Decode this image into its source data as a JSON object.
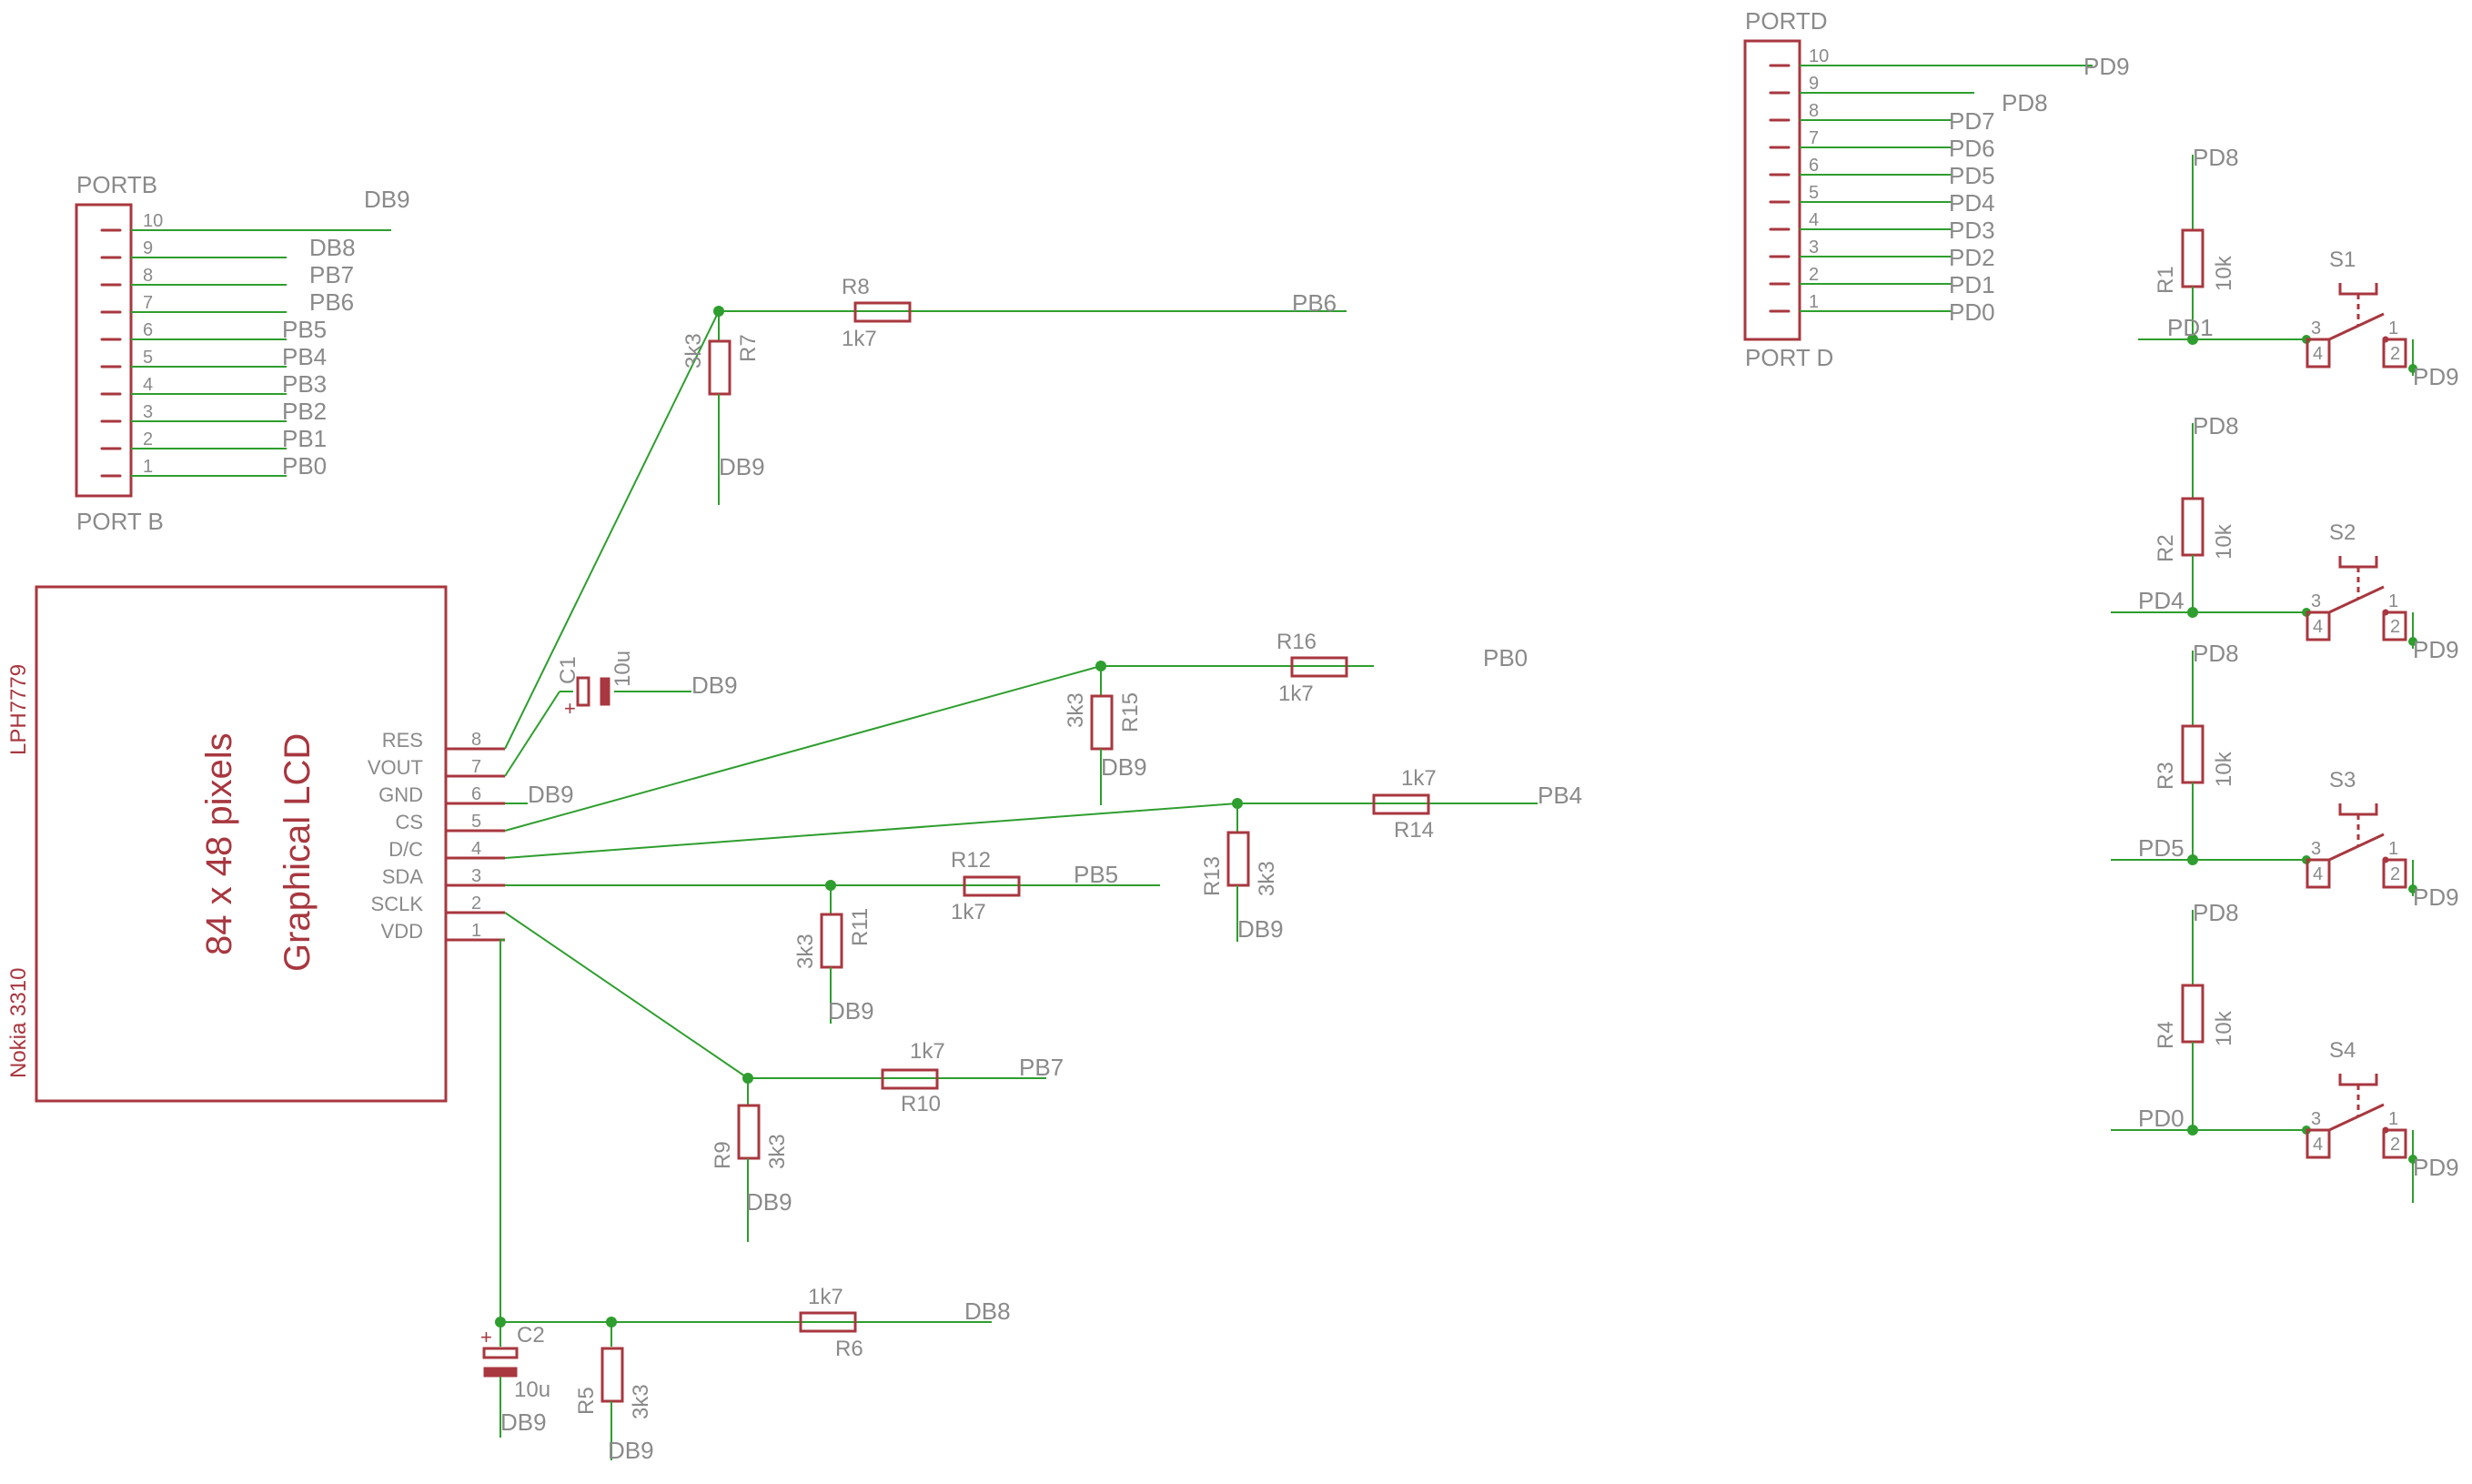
{
  "lcd": {
    "model": "LPH7779",
    "brand": "Nokia 3310",
    "title": "Graphical LCD",
    "resolution": "84 x 48 pixels",
    "pins": [
      {
        "num": "8",
        "name": "RES"
      },
      {
        "num": "7",
        "name": "VOUT"
      },
      {
        "num": "6",
        "name": "GND"
      },
      {
        "num": "5",
        "name": "CS"
      },
      {
        "num": "4",
        "name": "D/C"
      },
      {
        "num": "3",
        "name": "SDA"
      },
      {
        "num": "2",
        "name": "SCLK"
      },
      {
        "num": "1",
        "name": "VDD"
      }
    ]
  },
  "portb": {
    "name": "PORTB",
    "label": "PORT B",
    "pins": [
      {
        "num": "10",
        "net": "DB9"
      },
      {
        "num": "9",
        "net": "DB8"
      },
      {
        "num": "8",
        "net": "PB7"
      },
      {
        "num": "7",
        "net": "PB6"
      },
      {
        "num": "6",
        "net": "PB5"
      },
      {
        "num": "5",
        "net": "PB4"
      },
      {
        "num": "4",
        "net": "PB3"
      },
      {
        "num": "3",
        "net": "PB2"
      },
      {
        "num": "2",
        "net": "PB1"
      },
      {
        "num": "1",
        "net": "PB0"
      }
    ]
  },
  "portd": {
    "name": "PORTD",
    "label": "PORT D",
    "pins": [
      {
        "num": "10",
        "net": "PD9"
      },
      {
        "num": "9",
        "net": "PD8"
      },
      {
        "num": "8",
        "net": "PD7"
      },
      {
        "num": "7",
        "net": "PD6"
      },
      {
        "num": "6",
        "net": "PD5"
      },
      {
        "num": "5",
        "net": "PD4"
      },
      {
        "num": "4",
        "net": "PD3"
      },
      {
        "num": "3",
        "net": "PD2"
      },
      {
        "num": "2",
        "net": "PD1"
      },
      {
        "num": "1",
        "net": "PD0"
      }
    ]
  },
  "resistors": {
    "r5": {
      "name": "R5",
      "value": "3k3"
    },
    "r6": {
      "name": "R6",
      "value": "1k7"
    },
    "r7": {
      "name": "R7",
      "value": "3k3"
    },
    "r8": {
      "name": "R8",
      "value": "1k7"
    },
    "r9": {
      "name": "R9",
      "value": "3k3"
    },
    "r10": {
      "name": "R10",
      "value": "1k7"
    },
    "r11": {
      "name": "R11",
      "value": "3k3"
    },
    "r12": {
      "name": "R12",
      "value": "1k7"
    },
    "r13": {
      "name": "R13",
      "value": "3k3"
    },
    "r14": {
      "name": "R14",
      "value": "1k7"
    },
    "r15": {
      "name": "R15",
      "value": "3k3"
    },
    "r16": {
      "name": "R16",
      "value": "1k7"
    }
  },
  "capacitors": {
    "c1": {
      "name": "C1",
      "value": "10u"
    },
    "c2": {
      "name": "C2",
      "value": "10u"
    }
  },
  "nets": {
    "db9": "DB9",
    "db8": "DB8",
    "pb0": "PB0",
    "pb4": "PB4",
    "pb5": "PB5",
    "pb6": "PB6",
    "pb7": "PB7",
    "pd0": "PD0",
    "pd1": "PD1",
    "pd4": "PD4",
    "pd5": "PD5",
    "pd8": "PD8",
    "pd9": "PD9"
  },
  "switch_pins": {
    "p1": "1",
    "p2": "2",
    "p3": "3",
    "p4": "4"
  },
  "buttons": [
    {
      "switch": "S1",
      "resistor": "R1",
      "value": "10k",
      "pull": "PD8",
      "net": "PD1",
      "gnd": "PD9"
    },
    {
      "switch": "S2",
      "resistor": "R2",
      "value": "10k",
      "pull": "PD8",
      "net": "PD4",
      "gnd": "PD9"
    },
    {
      "switch": "S3",
      "resistor": "R3",
      "value": "10k",
      "pull": "PD8",
      "net": "PD5",
      "gnd": "PD9"
    },
    {
      "switch": "S4",
      "resistor": "R4",
      "value": "10k",
      "pull": "PD8",
      "net": "PD0",
      "gnd": "PD9"
    }
  ]
}
